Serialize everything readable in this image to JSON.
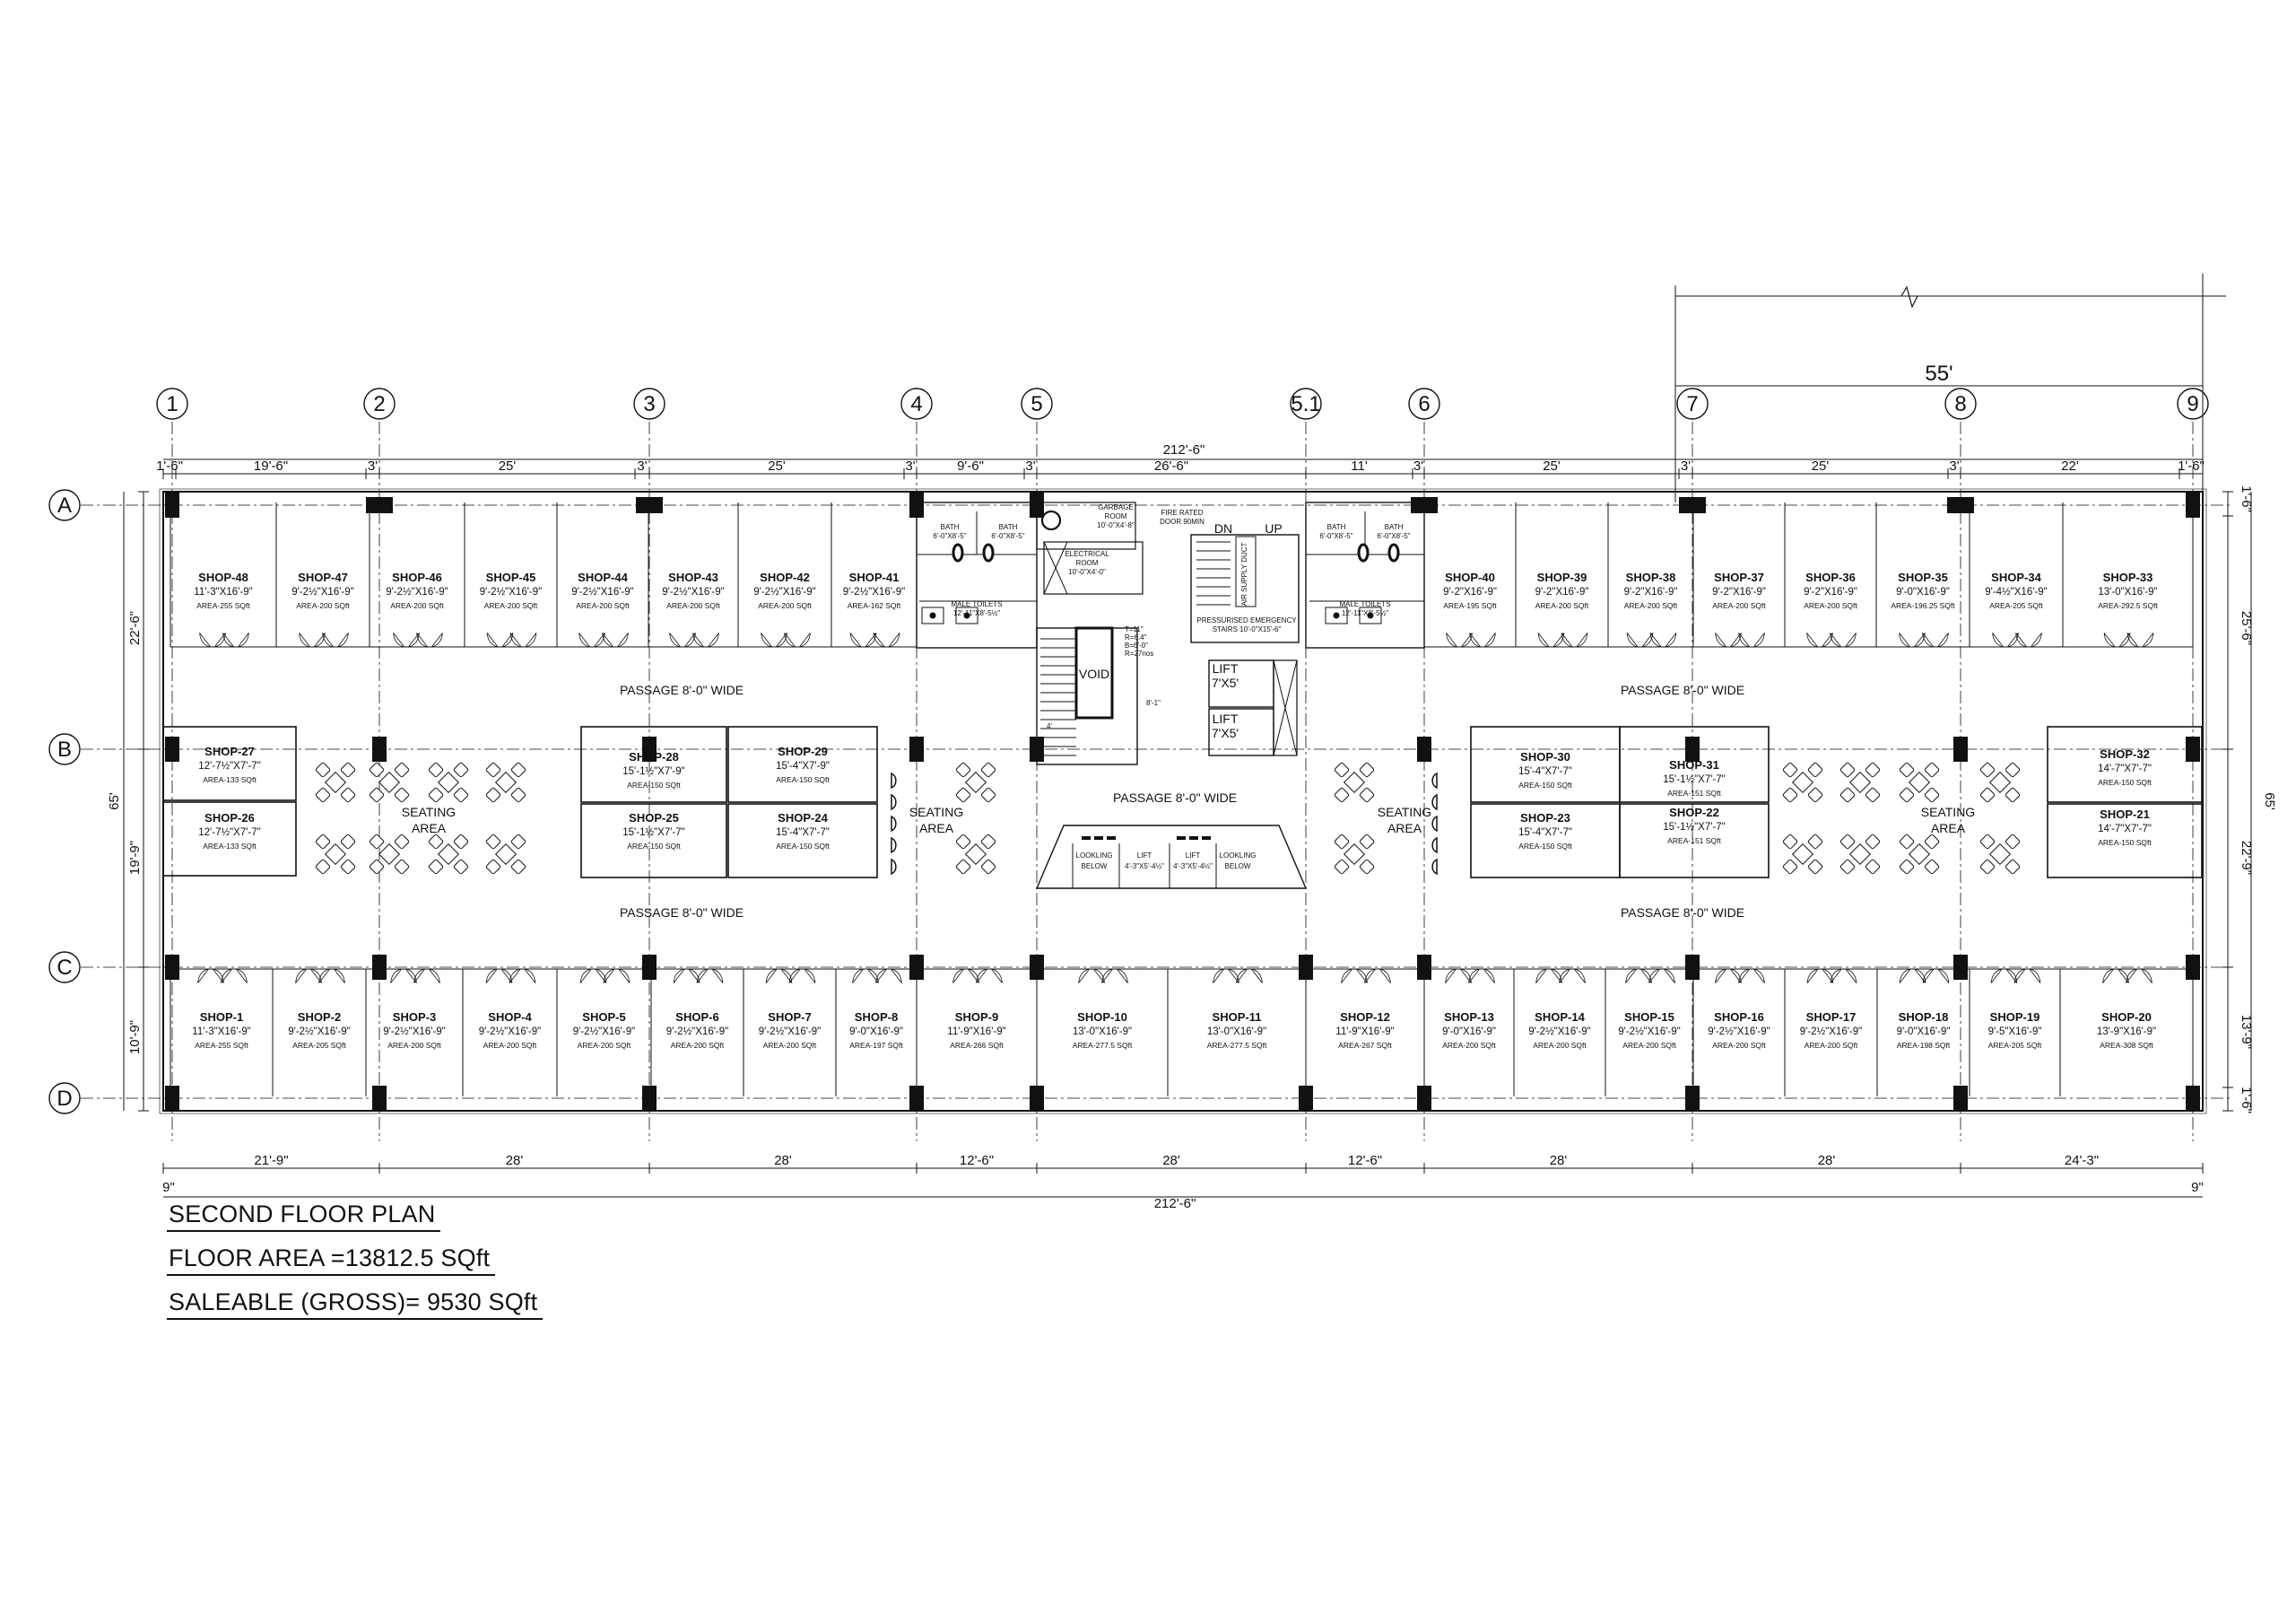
{
  "grid": {
    "columns": [
      "1",
      "2",
      "3",
      "4",
      "5",
      "5.1",
      "6",
      "7",
      "8",
      "9"
    ],
    "rows": [
      "A",
      "B",
      "C",
      "D"
    ]
  },
  "dims": {
    "top_overall": "212'-6\"",
    "top_segments": [
      "1'-6\"",
      "19'-6\"",
      "3'",
      "25'",
      "3'",
      "25'",
      "3'",
      "9'-6\"",
      "3'",
      "26'-6\"",
      "11'",
      "3'",
      "25'",
      "3'",
      "25'",
      "3'",
      "22'",
      "1'-6\""
    ],
    "bottom_segments": [
      "21'-9\"",
      "28'",
      "28'",
      "12'-6\"",
      "28'",
      "12'-6\"",
      "28'",
      "28'",
      "24'-3\""
    ],
    "bottom_overall": "212'-6\"",
    "bottom_ends": [
      "9\"",
      "9\""
    ],
    "extension_55": "55'",
    "left_total": "65'",
    "left_segments": [
      "22'-6\"",
      "19'-9\"",
      "10'-9\""
    ],
    "right_total": "65'",
    "right_segments": [
      "1'-6\"",
      "25'-6\"",
      "22'-9\"",
      "13'-9\"",
      "1'-6\""
    ]
  },
  "shops_top": [
    {
      "name": "SHOP-48",
      "size": "11'-3\"X16'-9\"",
      "area": "AREA-255 SQft"
    },
    {
      "name": "SHOP-47",
      "size": "9'-2½\"X16'-9\"",
      "area": "AREA-200 SQft"
    },
    {
      "name": "SHOP-46",
      "size": "9'-2½\"X16'-9\"",
      "area": "AREA-200 SQft"
    },
    {
      "name": "SHOP-45",
      "size": "9'-2½\"X16'-9\"",
      "area": "AREA-200 SQft"
    },
    {
      "name": "SHOP-44",
      "size": "9'-2½\"X16'-9\"",
      "area": "AREA-200 SQft"
    },
    {
      "name": "SHOP-43",
      "size": "9'-2½\"X16'-9\"",
      "area": "AREA-200 SQft"
    },
    {
      "name": "SHOP-42",
      "size": "9'-2½\"X16'-9\"",
      "area": "AREA-200 SQft"
    },
    {
      "name": "SHOP-41",
      "size": "9'-2½\"X16'-9\"",
      "area": "AREA-162 SQft"
    },
    {
      "name": "SHOP-40",
      "size": "9'-2\"X16'-9\"",
      "area": "AREA-195 SQft"
    },
    {
      "name": "SHOP-39",
      "size": "9'-2\"X16'-9\"",
      "area": "AREA-200 SQft"
    },
    {
      "name": "SHOP-38",
      "size": "9'-2\"X16'-9\"",
      "area": "AREA-200 SQft"
    },
    {
      "name": "SHOP-37",
      "size": "9'-2\"X16'-9\"",
      "area": "AREA-200 SQft"
    },
    {
      "name": "SHOP-36",
      "size": "9'-2\"X16'-9\"",
      "area": "AREA-200 SQft"
    },
    {
      "name": "SHOP-35",
      "size": "9'-0\"X16'-9\"",
      "area": "AREA-196.25 SQft"
    },
    {
      "name": "SHOP-34",
      "size": "9'-4½\"X16'-9\"",
      "area": "AREA-205 SQft"
    },
    {
      "name": "SHOP-33",
      "size": "13'-0\"X16'-9\"",
      "area": "AREA-292.5 SQft"
    }
  ],
  "shops_bottom": [
    {
      "name": "SHOP-1",
      "size": "11'-3\"X16'-9\"",
      "area": "AREA-255 SQft"
    },
    {
      "name": "SHOP-2",
      "size": "9'-2½\"X16'-9\"",
      "area": "AREA-205 SQft"
    },
    {
      "name": "SHOP-3",
      "size": "9'-2½\"X16'-9\"",
      "area": "AREA-200 SQft"
    },
    {
      "name": "SHOP-4",
      "size": "9'-2½\"X16'-9\"",
      "area": "AREA-200 SQft"
    },
    {
      "name": "SHOP-5",
      "size": "9'-2½\"X16'-9\"",
      "area": "AREA-200 SQft"
    },
    {
      "name": "SHOP-6",
      "size": "9'-2½\"X16'-9\"",
      "area": "AREA-200 SQft"
    },
    {
      "name": "SHOP-7",
      "size": "9'-2½\"X16'-9\"",
      "area": "AREA-200 SQft"
    },
    {
      "name": "SHOP-8",
      "size": "9'-0\"X16'-9\"",
      "area": "AREA-197 SQft"
    },
    {
      "name": "SHOP-9",
      "size": "11'-9\"X16'-9\"",
      "area": "AREA-266 SQft"
    },
    {
      "name": "SHOP-10",
      "size": "13'-0\"X16'-9\"",
      "area": "AREA-277.5 SQft"
    },
    {
      "name": "SHOP-11",
      "size": "13'-0\"X16'-9\"",
      "area": "AREA-277.5 SQft"
    },
    {
      "name": "SHOP-12",
      "size": "11'-9\"X16'-9\"",
      "area": "AREA-267 SQft"
    },
    {
      "name": "SHOP-13",
      "size": "9'-0\"X16'-9\"",
      "area": "AREA-200 SQft"
    },
    {
      "name": "SHOP-14",
      "size": "9'-2½\"X16'-9\"",
      "area": "AREA-200 SQft"
    },
    {
      "name": "SHOP-15",
      "size": "9'-2½\"X16'-9\"",
      "area": "AREA-200 SQft"
    },
    {
      "name": "SHOP-16",
      "size": "9'-2½\"X16'-9\"",
      "area": "AREA-200 SQft"
    },
    {
      "name": "SHOP-17",
      "size": "9'-2½\"X16'-9\"",
      "area": "AREA-200 SQft"
    },
    {
      "name": "SHOP-18",
      "size": "9'-0\"X16'-9\"",
      "area": "AREA-198 SQft"
    },
    {
      "name": "SHOP-19",
      "size": "9'-5\"X16'-9\"",
      "area": "AREA-205 SQft"
    },
    {
      "name": "SHOP-20",
      "size": "13'-9\"X16'-9\"",
      "area": "AREA-308 SQft"
    }
  ],
  "shops_mid": [
    {
      "name": "SHOP-27",
      "size": "12'-7½\"X7'-7\"",
      "area": "AREA-133 SQft"
    },
    {
      "name": "SHOP-26",
      "size": "12'-7½\"X7'-7\"",
      "area": "AREA-133 SQft"
    },
    {
      "name": "SHOP-28",
      "size": "15'-1½\"X7'-9\"",
      "area": "AREA-150 SQft"
    },
    {
      "name": "SHOP-29",
      "size": "15'-4\"X7'-9\"",
      "area": "AREA-150 SQft"
    },
    {
      "name": "SHOP-25",
      "size": "15'-1½\"X7'-7\"",
      "area": "AREA-150 SQft"
    },
    {
      "name": "SHOP-24",
      "size": "15'-4\"X7'-7\"",
      "area": "AREA-150 SQft"
    },
    {
      "name": "SHOP-30",
      "size": "15'-4\"X7'-7\"",
      "area": "AREA-150 SQft"
    },
    {
      "name": "SHOP-31",
      "size": "15'-1½\"X7'-7\"",
      "area": "AREA-151 SQft"
    },
    {
      "name": "SHOP-23",
      "size": "15'-4\"X7'-7\"",
      "area": "AREA-150 SQft"
    },
    {
      "name": "SHOP-22",
      "size": "15'-1½\"X7'-7\"",
      "area": "AREA-151 SQft"
    },
    {
      "name": "SHOP-32",
      "size": "14'-7\"X7'-7\"",
      "area": "AREA-150 SQft"
    },
    {
      "name": "SHOP-21",
      "size": "14'-7\"X7'-7\"",
      "area": "AREA-150 SQft"
    }
  ],
  "labels": {
    "passage": "PASSAGE 8'-0\" WIDE",
    "seating": "SEATING",
    "area": "AREA",
    "bath": "BATH",
    "bath_size": "6'-0\"X8'-5\"",
    "male_toilets": "MALE TOILETS",
    "male_toilets_size": "12'-11\"X8'-5½\"",
    "garbage": "GARBAGE",
    "room": "ROOM",
    "garbage_size": "10'-0\"X4'-8\"",
    "fire_rated": "FIRE RATED",
    "door": "DOOR 90MIN",
    "electrical": "ELECTRICAL",
    "electrical_size": "10'-0\"X4'-0\"",
    "void": "VOID",
    "dn": "DN",
    "up": "UP",
    "air_supply": "AIR SUPPLY DUCT",
    "pressurised": "PRESSURISED EMERGENCY",
    "stairs": "STAIRS 10'-0\"X15'-6\"",
    "lift": "LIFT",
    "lift_size": "7'X5'",
    "lift_small_size": "4'-3\"X5'-4½\"",
    "looking": "LOOKLING",
    "below": "BELOW",
    "stair_dim": "8'-1\"",
    "stair_notes": [
      "T=11\"",
      "R=6.4\"",
      "B=6'-0\"",
      "R=27nos"
    ],
    "stair_mark": "4'"
  },
  "summary": {
    "title": "SECOND  FLOOR PLAN",
    "floor_area": "FLOOR AREA  =13812.5 SQft",
    "saleable": "SALEABLE (GROSS)= 9530  SQft"
  },
  "colors": {
    "ink": "#111111",
    "hatch": "#444444",
    "light": "#9a9a9a"
  }
}
